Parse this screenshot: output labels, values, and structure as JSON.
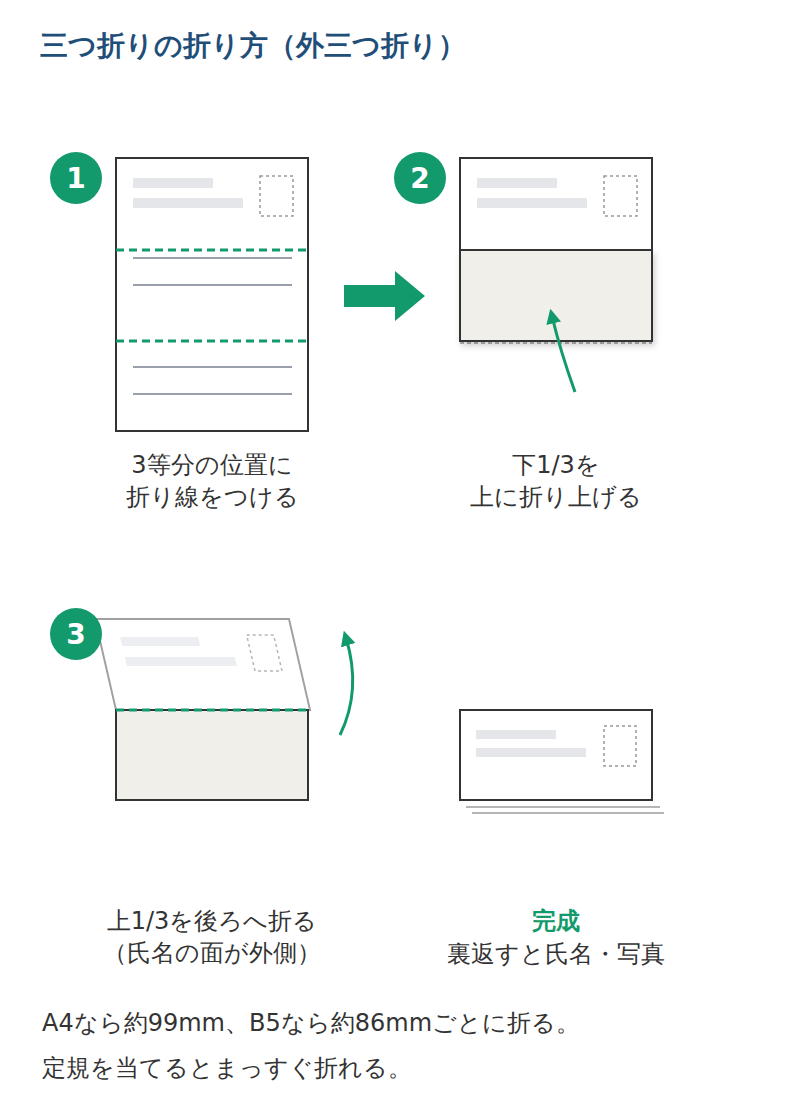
{
  "diagram": {
    "title": "三つ折りの折り方（外三つ折り）",
    "nodes": [
      {
        "text": [
          "1"
        ]
      },
      {
        "text": [
          "2"
        ]
      },
      {
        "text": [
          "3"
        ]
      }
    ],
    "labels": [
      "3等分の位置に 折り線をつける",
      "下1/3を 上に折り上げる",
      "上1/3を後ろへ折る （氏名の面が外側）",
      "完成",
      "裏返すと氏名・写真",
      "A4なら約99mm、B5なら約86mmごとに折る。",
      "定規を当てるとまっすぐ折れる。"
    ]
  }
}
